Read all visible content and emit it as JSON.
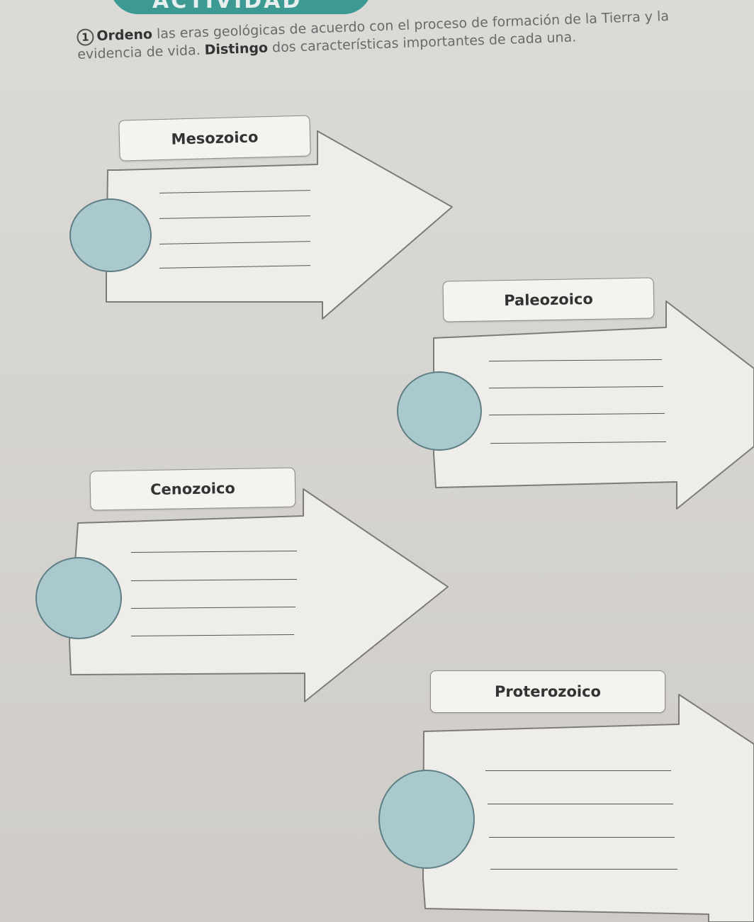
{
  "banner": {
    "text": "ACTIVIDAD"
  },
  "instruction": {
    "number": "1",
    "verb1": "Ordeno",
    "text1": " las eras geológicas de acuerdo con el proceso de formación de la Tierra y la evidencia de vida. ",
    "verb2": "Distingo",
    "text2": " dos características importantes de cada una."
  },
  "eras": [
    {
      "label": "Mesozoico"
    },
    {
      "label": "Paleozoico"
    },
    {
      "label": "Cenozoico"
    },
    {
      "label": "Proterozoico"
    }
  ],
  "colors": {
    "circle_fill": "#a9c9ce",
    "banner": "#3d9a93",
    "arrow_fill": "#eeede9"
  }
}
